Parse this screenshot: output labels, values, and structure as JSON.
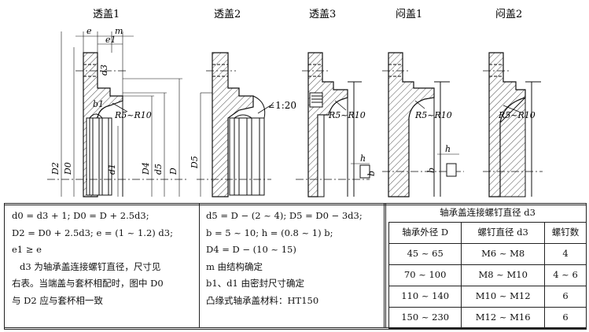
{
  "figure": {
    "titles": [
      "透盖1",
      "透盖2",
      "透盖3",
      "闷盖1",
      "闷盖2"
    ],
    "dims": {
      "e": "e",
      "m": "m",
      "e1": "e1",
      "d3": "d3",
      "b1": "b1",
      "r": "R5~R10",
      "taper": "1:20",
      "D2": "D2",
      "D0": "D0",
      "d1": "d1",
      "D4": "D4",
      "d5": "d5",
      "D": "D",
      "D5": "D5",
      "h": "h",
      "b": "b"
    }
  },
  "notes_left": [
    "d0 = d3 + 1; D0 = D + 2.5d3;",
    "D2 = D0 + 2.5d3; e = (1 ~ 1.2) d3;",
    "e1 ≥ e",
    "d3 为轴承盖连接螺钉直径，尺寸见",
    "右表。当端盖与套杯相配时，图中 D0",
    "与 D2 应与套杯相一致"
  ],
  "notes_mid": [
    "d5 = D − (2 ~ 4); D5 = D0 − 3d3;",
    "b = 5 ~ 10; h = (0.8 ~ 1) b;",
    "D4 = D − (10 ~ 15)",
    "m 由结构确定",
    "b1、d1 由密封尺寸确定",
    "凸缘式轴承盖材料：HT150"
  ],
  "bolt_table": {
    "caption": "轴承盖连接螺钉直径 d3",
    "headers": [
      "轴承外径 D",
      "螺钉直径 d3",
      "螺钉数"
    ],
    "rows": [
      [
        "45 ~ 65",
        "M6 ~ M8",
        "4"
      ],
      [
        "70 ~ 100",
        "M8 ~ M10",
        "4 ~ 6"
      ],
      [
        "110 ~ 140",
        "M10 ~ M12",
        "6"
      ],
      [
        "150 ~ 230",
        "M12 ~ M16",
        "6"
      ]
    ]
  }
}
